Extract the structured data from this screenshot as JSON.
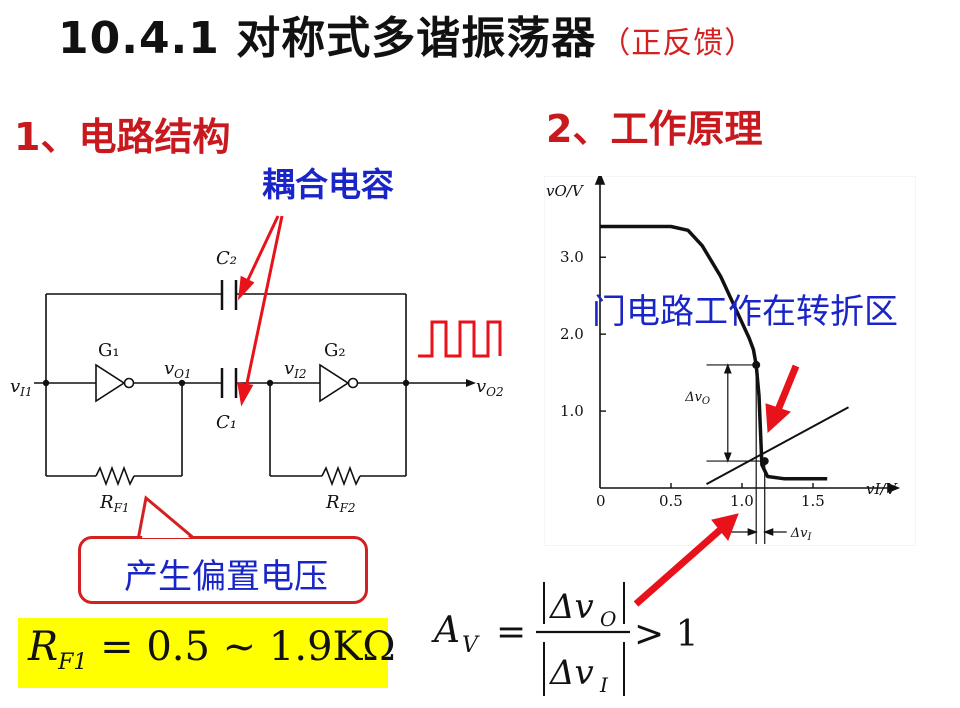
{
  "header": {
    "title": "10.4.1 对称式多谐振荡器",
    "subtitle": "（正反馈）"
  },
  "sections": {
    "structure": "1、电路结构",
    "principle": "2、工作原理"
  },
  "annotations": {
    "coupling_capacitor": "耦合电容",
    "gate_region": "门电路工作在转折区",
    "bias_voltage": "产生偏置电压"
  },
  "circuit": {
    "c2": "C₂",
    "c1": "C₁",
    "g1": "G₁",
    "g2": "G₂",
    "vi1": "v",
    "vi1_sub": "I1",
    "vo1": "v",
    "vo1_sub": "O1",
    "vi2": "v",
    "vi2_sub": "I2",
    "vo2": "v",
    "vo2_sub": "O2",
    "rf1": "R",
    "rf1_sub": "F1",
    "rf2": "R",
    "rf2_sub": "F2"
  },
  "formulas": {
    "rf_lhs": "R",
    "rf_lhs_sub": "F1",
    "rf_rhs": "= 0.5 ~ 1.9KΩ",
    "av_lhs": "A",
    "av_lhs_sub": "V",
    "av_eq": "=",
    "av_num": "Δv",
    "av_num_sub": "O",
    "av_den": "Δv",
    "av_den_sub": "I",
    "av_rhs": "> 1"
  },
  "chart_data": {
    "type": "line",
    "xlabel": "vI/V",
    "ylabel": "vO/V",
    "x_ticks": [
      "0",
      "0.5",
      "1.0",
      "1.5"
    ],
    "y_ticks": [
      "1.0",
      "2.0",
      "3.0"
    ],
    "xlim": [
      0,
      2.0
    ],
    "ylim": [
      0,
      3.9
    ],
    "series": [
      {
        "x": [
          0,
          0.5,
          0.62,
          0.72,
          0.85,
          0.95,
          1.05,
          1.08,
          1.1,
          1.12,
          1.14,
          1.18,
          1.3,
          1.6
        ],
        "y": [
          3.4,
          3.4,
          3.35,
          3.15,
          2.75,
          2.35,
          1.95,
          1.8,
          1.6,
          1.2,
          0.3,
          0.15,
          0.12,
          0.12
        ]
      }
    ],
    "tangent_line": {
      "x": [
        0.75,
        1.75
      ],
      "y": [
        0.05,
        1.05
      ]
    },
    "marked_points": [
      {
        "x": 1.1,
        "y": 1.6
      },
      {
        "x": 1.16,
        "y": 0.35
      }
    ],
    "delta_vo_label": "Δv",
    "delta_vo_sub": "O",
    "delta_vi_label": "Δv",
    "delta_vi_sub": "I"
  },
  "colors": {
    "title": "#111111",
    "section": "#c8191e",
    "annotation_blue": "#1a25c8",
    "arrow_red": "#e8121a",
    "highlight_yellow": "#ffff00"
  }
}
